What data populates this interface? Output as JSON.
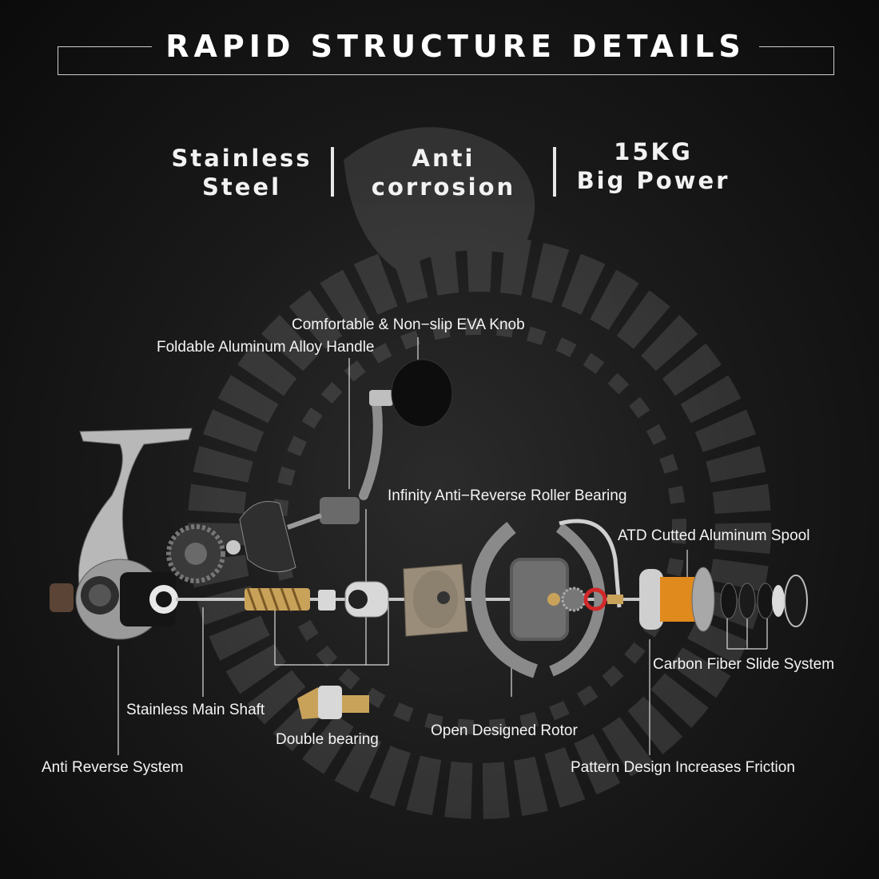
{
  "header": {
    "title": "RAPID STRUCTURE DETAILS"
  },
  "features": [
    {
      "line1": "Stainless",
      "line2": "Steel"
    },
    {
      "line1": "Anti",
      "line2": "corrosion"
    },
    {
      "line1": "15KG",
      "line2": "Big Power"
    }
  ],
  "callouts": {
    "knob": "Comfortable & Non−slip EVA Knob",
    "handle": "Foldable Aluminum Alloy Handle",
    "roller_bearing": "Infinity Anti−Reverse Roller Bearing",
    "spool": "ATD Cutted Aluminum Spool",
    "slide_system": "Carbon Fiber Slide System",
    "main_shaft": "Stainless Main Shaft",
    "double_bearing": "Double bearing",
    "rotor": "Open Designed Rotor",
    "anti_reverse": "Anti Reverse System",
    "friction": "Pattern Design Increases Friction"
  },
  "colors": {
    "background": "#141414",
    "text": "#ffffff",
    "accent_spool": "#e08a1e",
    "brass": "#c9a25a"
  }
}
